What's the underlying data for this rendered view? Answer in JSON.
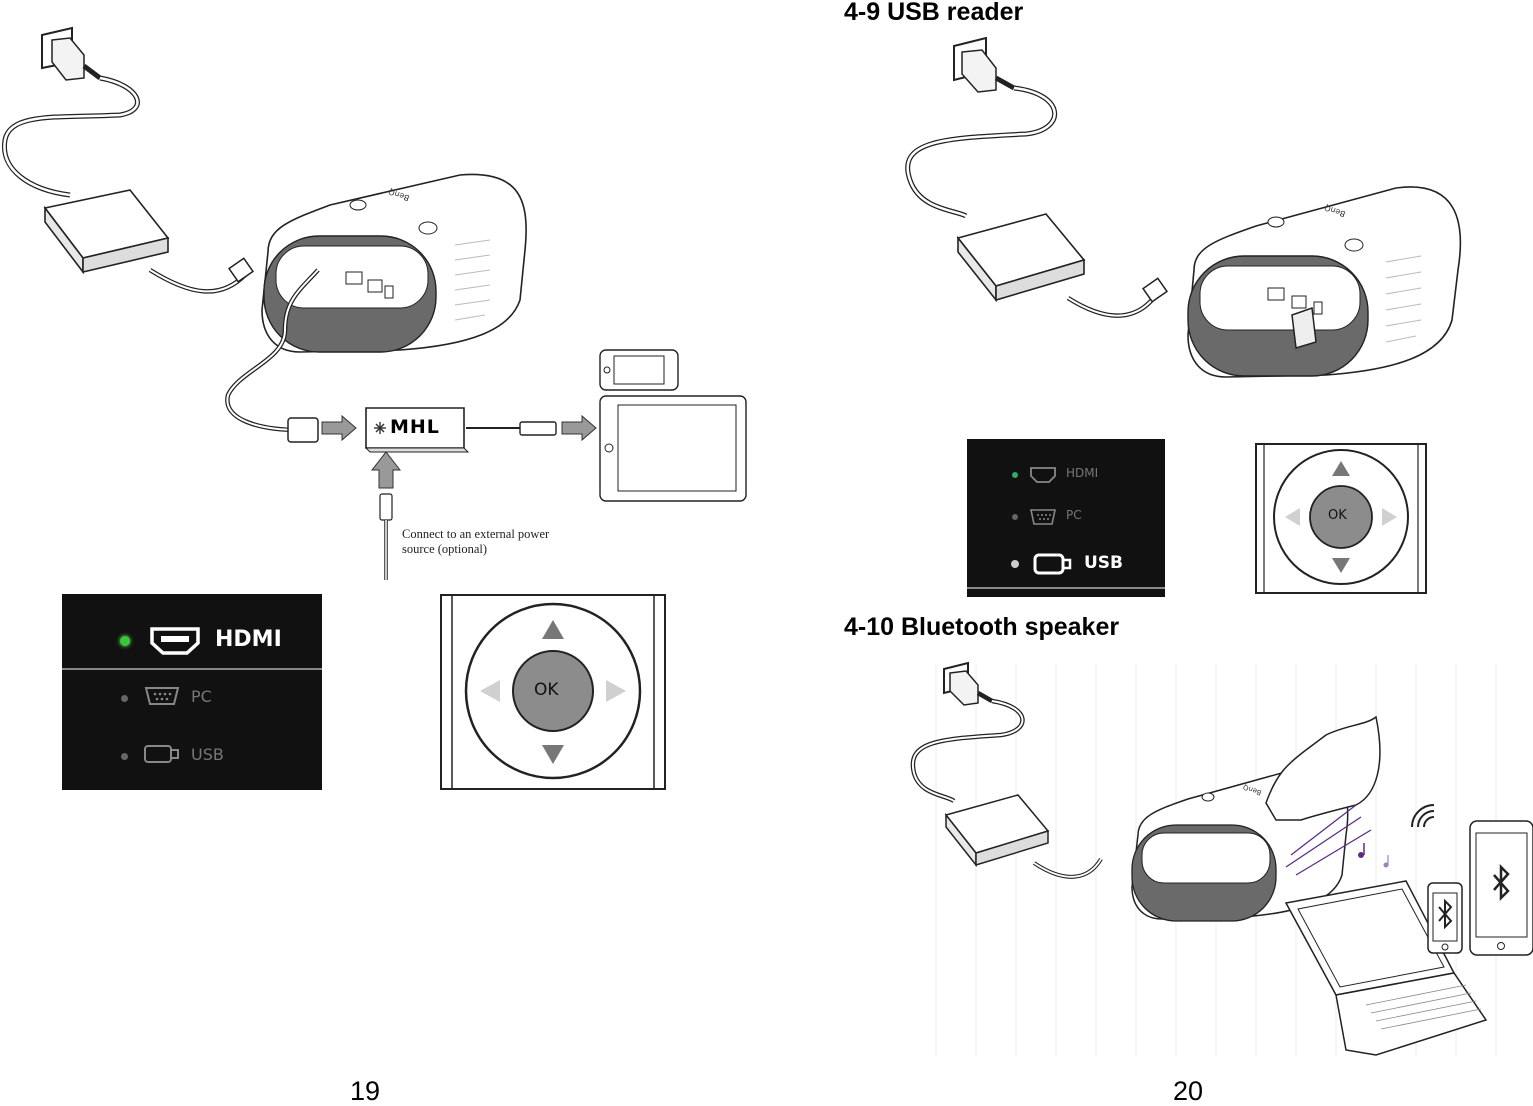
{
  "left_page": {
    "page_number": "19",
    "mhl": {
      "adapter_label": "MHL",
      "power_note_line1": "Connect to an external power",
      "power_note_line2": "source (optional)"
    },
    "source_menu": {
      "items": [
        {
          "label": "HDMI",
          "selected": true
        },
        {
          "label": "PC",
          "selected": false
        },
        {
          "label": "USB",
          "selected": false
        }
      ]
    },
    "remote": {
      "ok_label": "OK"
    }
  },
  "right_page": {
    "page_number": "20",
    "usb_section": {
      "heading": "4-9 USB reader",
      "source_menu": {
        "items": [
          {
            "label": "HDMI",
            "selected": false
          },
          {
            "label": "PC",
            "selected": false
          },
          {
            "label": "USB",
            "selected": true
          }
        ]
      },
      "remote": {
        "ok_label": "OK"
      }
    },
    "bluetooth_section": {
      "heading": "4-10 Bluetooth speaker"
    }
  },
  "brand": "BenQ",
  "colors": {
    "selected_led": "#3cc63c",
    "panel_bg": "#111111",
    "ok_button": "#8c8c8c",
    "arrow_grey": "#d0d0d0",
    "bluetooth_purple": "#5a2d82"
  },
  "icons": [
    "power-plug-icon",
    "power-adapter-icon",
    "projector-icon",
    "phone-icon",
    "tablet-icon",
    "laptop-icon",
    "hdmi-icon",
    "vga-icon",
    "usb-icon",
    "bluetooth-icon",
    "wireless-signal-icon",
    "music-note-icon",
    "usb-drive-icon"
  ]
}
